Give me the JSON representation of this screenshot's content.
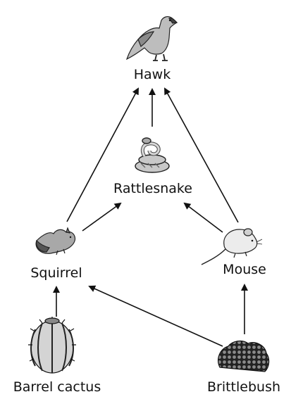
{
  "labels": {
    "hawk": "Hawk",
    "rattlesnake": "Rattlesnake",
    "squirrel": "Squirrel",
    "mouse": "Mouse",
    "barrel_cactus": "Barrel cactus",
    "brittlebush": "Brittlebush"
  },
  "icons": {
    "hawk": "hawk-icon",
    "rattlesnake": "rattlesnake-icon",
    "squirrel": "squirrel-icon",
    "mouse": "mouse-icon",
    "barrel_cactus": "barrel-cactus-icon",
    "brittlebush": "brittlebush-icon"
  },
  "colors": {
    "arrow": "#111111",
    "icon_fill": "#bfbfbf",
    "icon_stroke": "#222222"
  }
}
